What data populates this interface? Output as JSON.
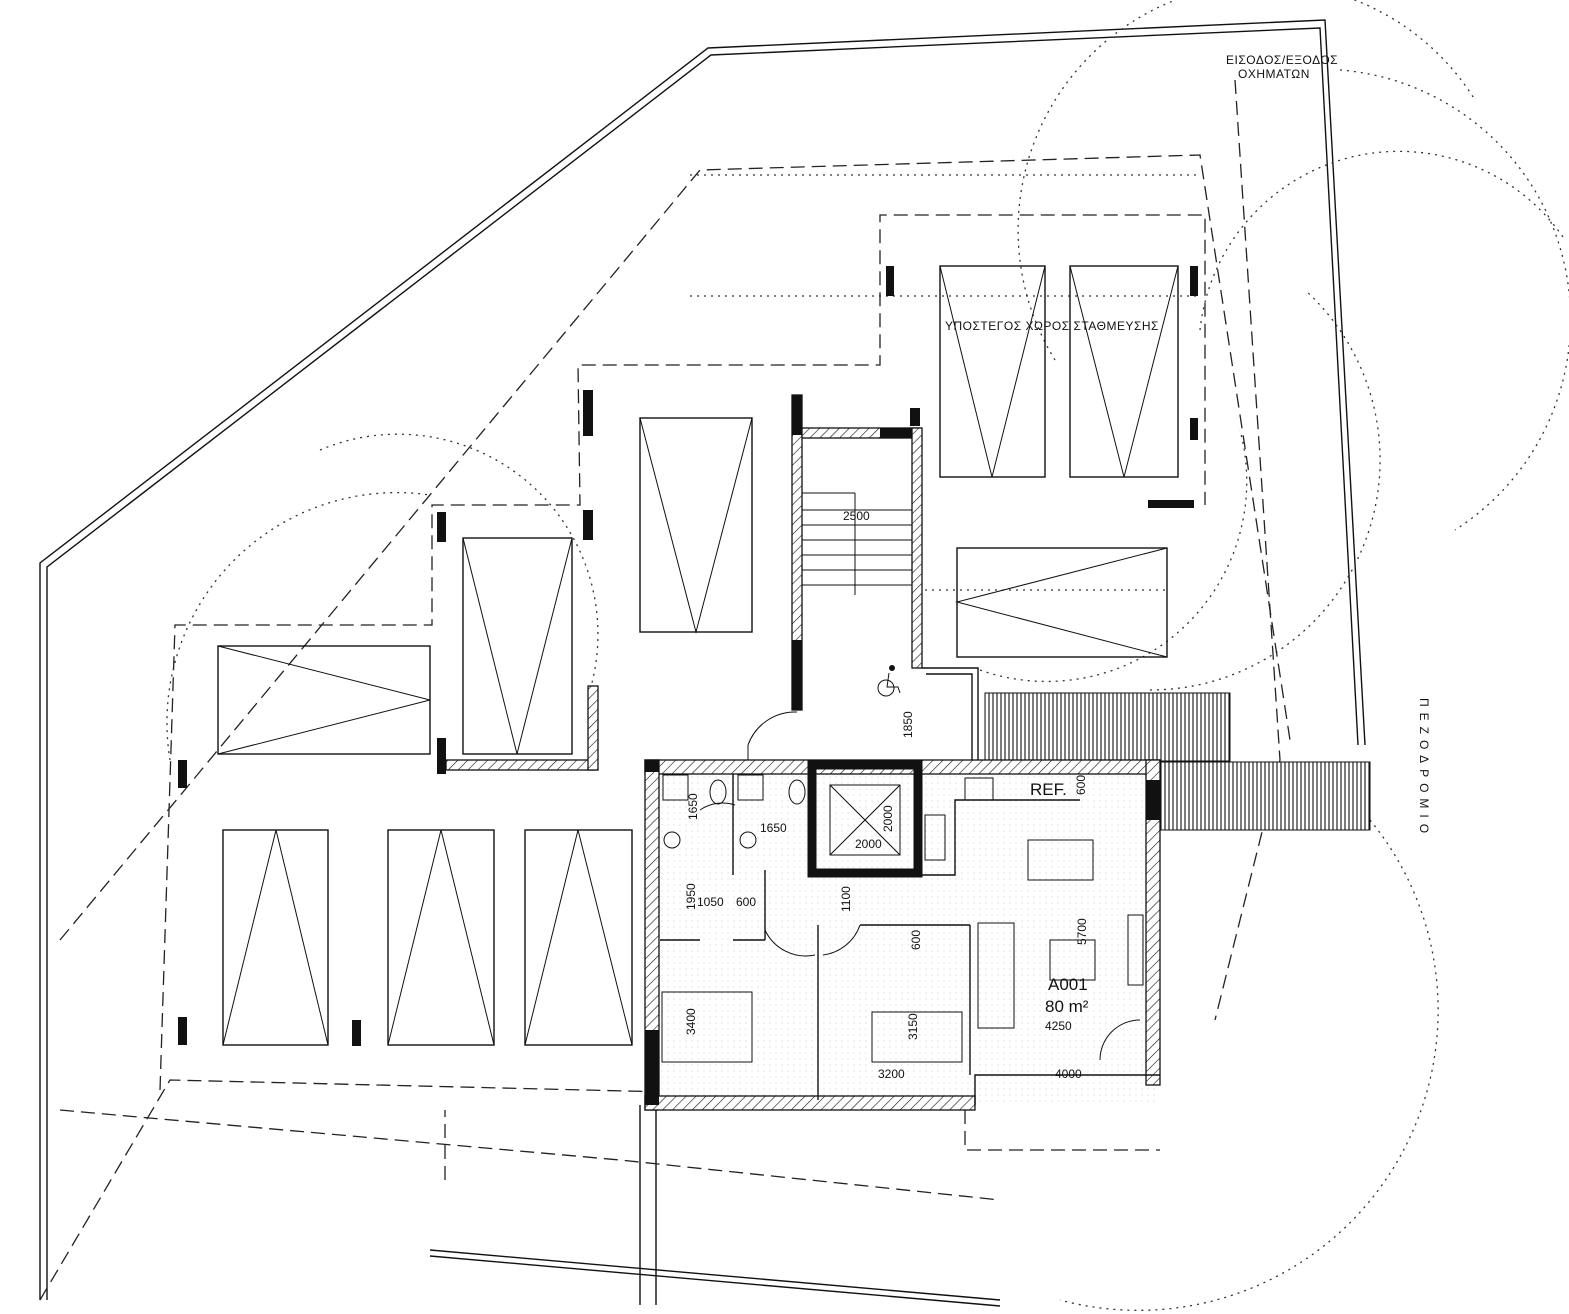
{
  "labels": {
    "vehicle_entrance_line1": "ΕΙΣΟΔΟΣ/ΕΞΟΔΟΣ",
    "vehicle_entrance_line2": "ΟΧΗΜΑΤΩΝ",
    "covered_parking": "ΥΠΟΣΤΕΓΟΣ ΧΩΡΟΣ ΣΤΑΘΜΕΥΣΗΣ",
    "sidewalk": "ΠΕΖΟΔΡΟΜΙΟ",
    "refrigerator": "REF.",
    "apartment_id": "A001",
    "apartment_area": "80 m²"
  },
  "dimensions": {
    "stair_width": "2500",
    "corridor": "1850",
    "bath1_height": "1650",
    "bath2_width": "1650",
    "lift_height": "2000",
    "lift_width": "2000",
    "kitchen_depth": "600",
    "hall": "1100",
    "wardrobe_height": "1950",
    "wardrobe_width": "1050",
    "closet_width": "600",
    "living_length": "5700",
    "living_width": "4250",
    "bedroom1": "3400",
    "bedroom2_closet": "600",
    "bedroom2_height": "3150",
    "bedroom2_width": "3200",
    "balcony": "4000"
  }
}
